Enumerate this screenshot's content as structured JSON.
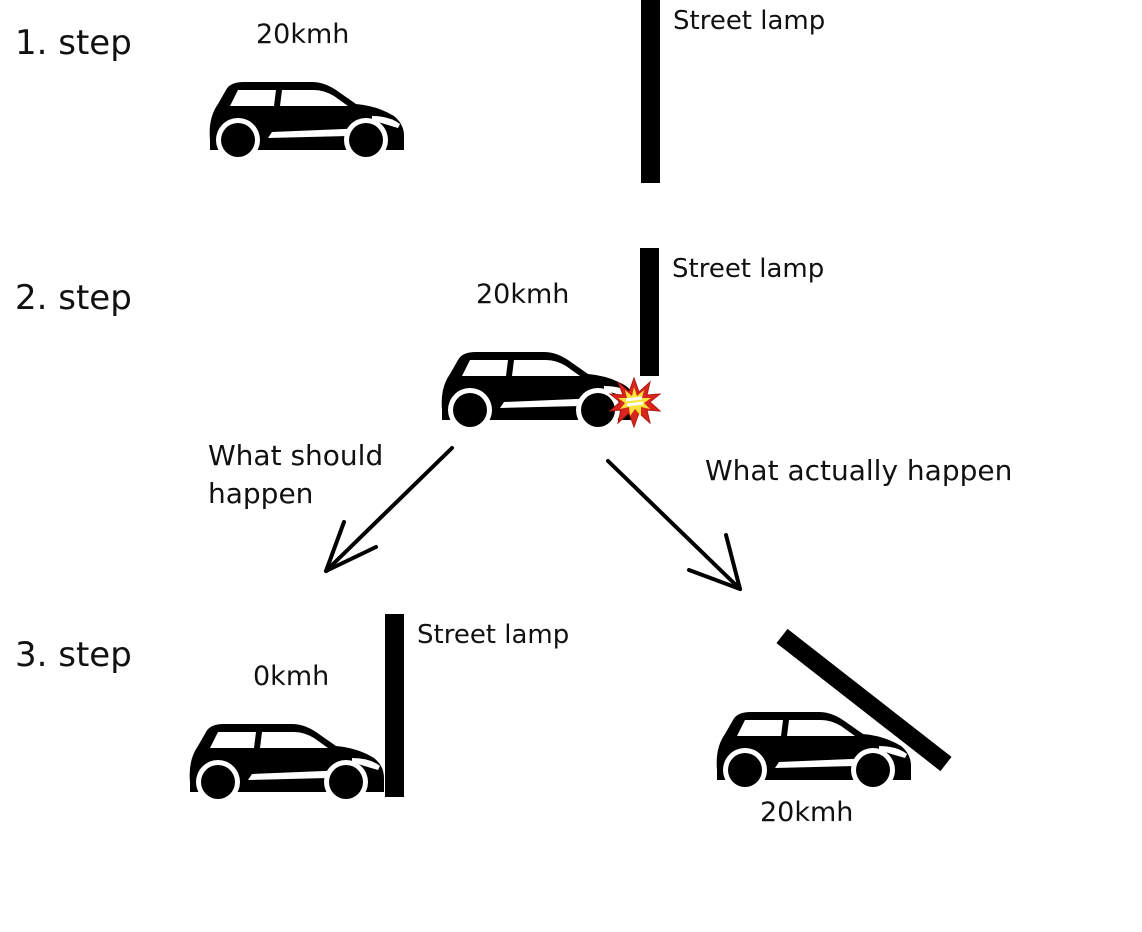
{
  "steps": {
    "one": "1. step",
    "two": "2. step",
    "three": "3. step"
  },
  "speeds": {
    "step1": "20kmh",
    "step2": "20kmh",
    "step3_expected": "0kmh",
    "step3_actual": "20kmh"
  },
  "lamp": {
    "label": "Street lamp"
  },
  "branches": {
    "should_line1": "What should",
    "should_line2": "happen",
    "actually": "What actually happen"
  },
  "colors": {
    "ink": "#000000",
    "crash_red": "#d9251d",
    "crash_yellow": "#f7e33a"
  },
  "icons": [
    "car-icon",
    "street-lamp",
    "crash-burst-icon",
    "arrow"
  ]
}
